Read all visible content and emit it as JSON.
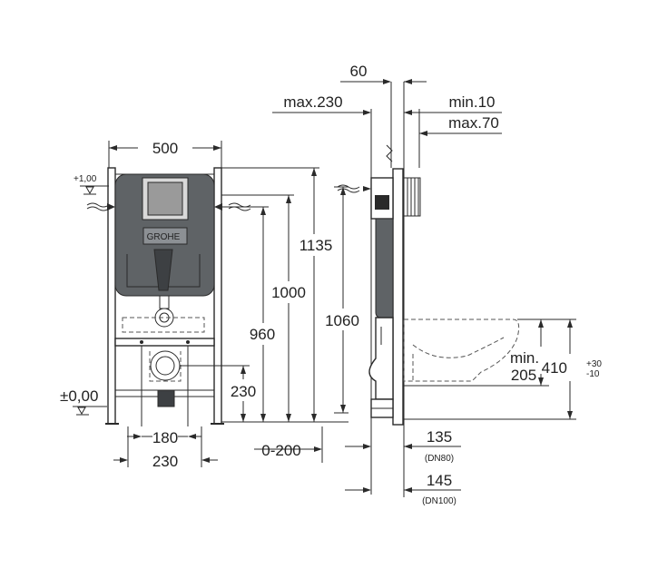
{
  "brand": "GROHE",
  "labels": {
    "width_500": "500",
    "height_1135": "1135",
    "height_1000": "1000",
    "height_960": "960",
    "height_1060": "1060",
    "height_230": "230",
    "width_180": "180",
    "width_230": "230",
    "level_plus": "+1,00",
    "level_zero": "±0,00",
    "range_0_200": "0-200",
    "depth_60": "60",
    "max_230": "max.230",
    "min_10": "min.10",
    "max_70": "max.70",
    "min_label": "min.",
    "min_205": "205",
    "height_410": "410",
    "tol_plus": "+30",
    "tol_minus": "-10",
    "depth_135": "135",
    "dn80": "(DN80)",
    "depth_145": "145",
    "dn100": "(DN100)"
  }
}
